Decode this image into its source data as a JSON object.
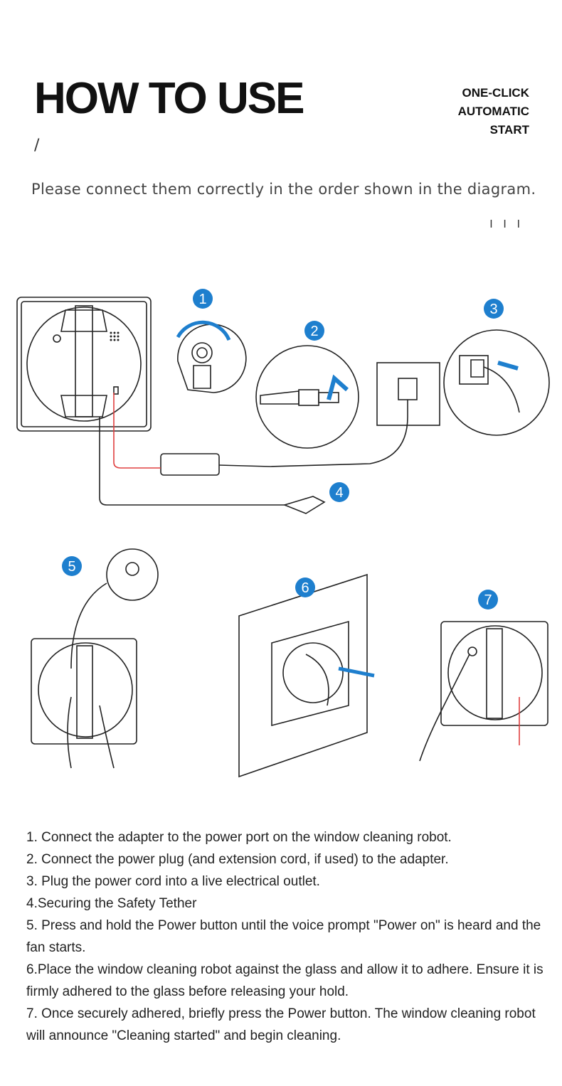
{
  "header": {
    "title": "HOW TO USE",
    "tagline": [
      "ONE-CLICK",
      "AUTOMATIC",
      "START"
    ],
    "slash": "/",
    "subtitle": "Please connect them correctly in the order shown in the diagram.",
    "ticks": "I I I"
  },
  "diagram": {
    "badges": [
      "1",
      "2",
      "3",
      "4",
      "5",
      "6",
      "7"
    ],
    "accent_color": "#1e7fce",
    "cable_red": "#e04040"
  },
  "steps": [
    "1. Connect the adapter to the power port on the window cleaning robot.",
    "2. Connect the power plug (and extension cord, if used) to the adapter.",
    "3. Plug the power cord into a live electrical outlet.",
    "4.Securing the Safety Tether",
    "5. Press and hold the Power button until the voice prompt \"Power on\" is heard and the fan starts.",
    "6.Place the window cleaning robot against the glass and allow it to adhere. Ensure it is firmly adhered to the glass before releasing your hold.",
    "7. Once securely adhered, briefly press the Power button. The window cleaning robot will announce \"Cleaning started\" and begin cleaning."
  ]
}
